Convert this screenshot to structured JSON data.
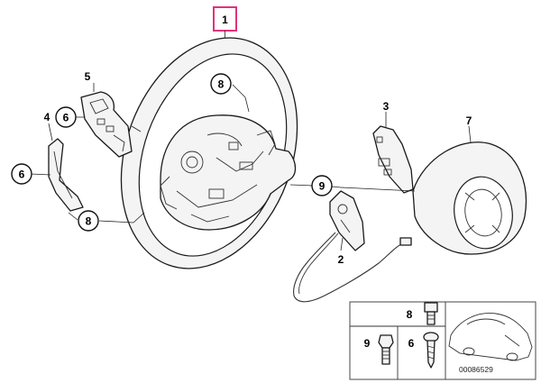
{
  "main_part_label": "1",
  "callouts": {
    "label_2": "2",
    "label_3": "3",
    "label_4": "4",
    "label_5": "5",
    "label_6_left": "6",
    "label_6_lower": "6",
    "label_7": "7",
    "label_8_top": "8",
    "label_8_lower": "8",
    "label_9": "9"
  },
  "inset": {
    "label_8": "8",
    "label_9": "9",
    "label_6": "6"
  },
  "reference_number": "00086529",
  "colors": {
    "highlight_box": "#e0337a",
    "line": "#1a1a1a"
  }
}
